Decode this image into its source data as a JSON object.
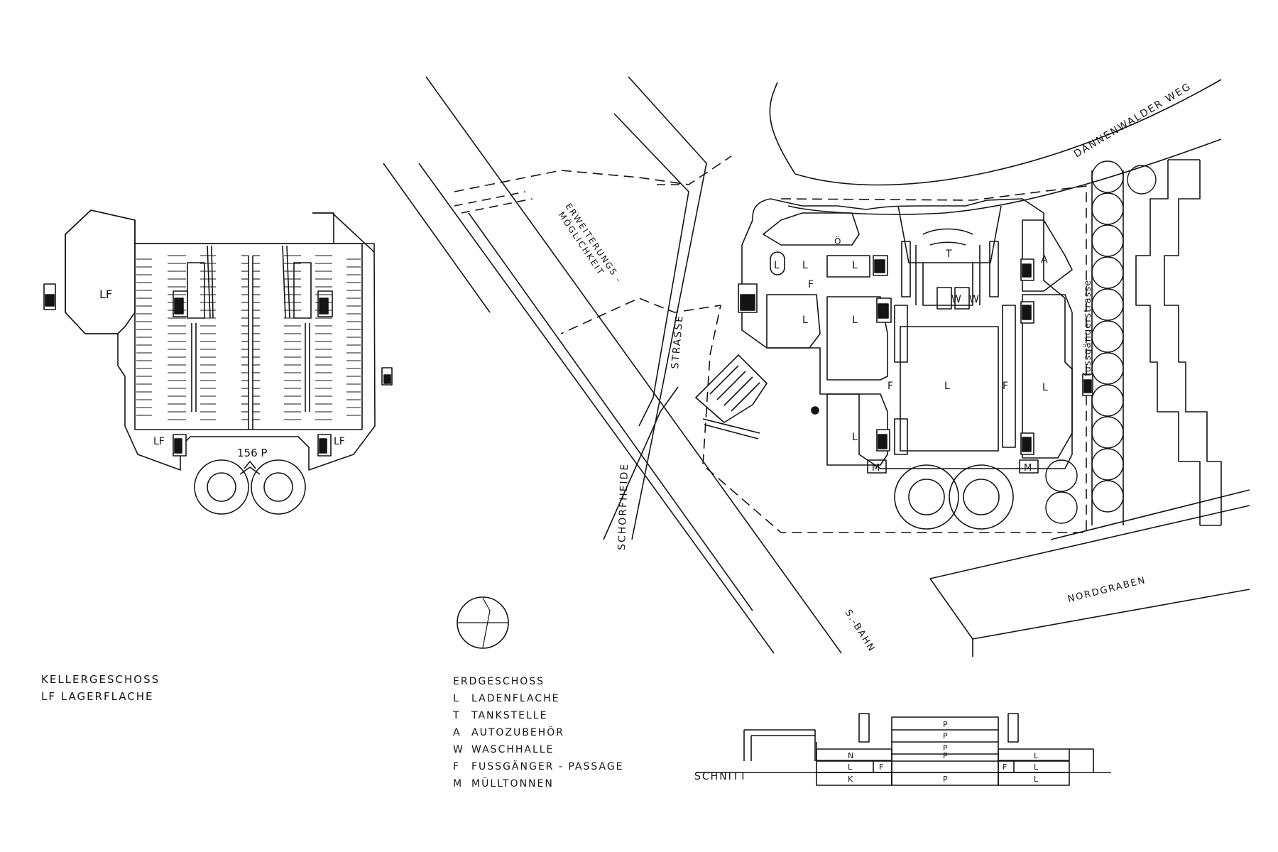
{
  "basement": {
    "title": "KELLERGESCHOSS",
    "subtitle": "LF  LAGERFLACHE",
    "storage_label": "LF",
    "parking_label": "156 P"
  },
  "site": {
    "streets": {
      "dannenwalder": "DANNENWALDER  WEG",
      "schorfheide": "SCHORFHEIDE",
      "strasse": "STRASSE",
      "nordgraben": "NORDGRABEN",
      "sbahn": "S.-BAHN",
      "fussgaenger": "fussgängerstrasse"
    },
    "expansion": {
      "line1": "ERWEITERUNGS -",
      "line2": "MÖGLICHKEIT"
    },
    "room_codes": {
      "L": "L",
      "T": "T",
      "A": "A",
      "W": "W",
      "F": "F",
      "M": "M",
      "O": "Ö"
    }
  },
  "legend": {
    "title": "ERDGESCHOSS",
    "items": [
      {
        "code": "L",
        "text": "LADENFLACHE"
      },
      {
        "code": "T",
        "text": "TANKSTELLE"
      },
      {
        "code": "A",
        "text": "AUTOZUBEHÖR"
      },
      {
        "code": "W",
        "text": "WASCHHALLE"
      },
      {
        "code": "F",
        "text": "FUSSGÄNGER - PASSAGE"
      },
      {
        "code": "M",
        "text": "MÜLLTONNEN"
      }
    ]
  },
  "section": {
    "title": "SCHNITT",
    "codes": {
      "P": "P",
      "N": "N",
      "L": "L",
      "F": "F",
      "K": "K"
    }
  },
  "colors": {
    "ink": "#141414",
    "paper": "#ffffff"
  }
}
